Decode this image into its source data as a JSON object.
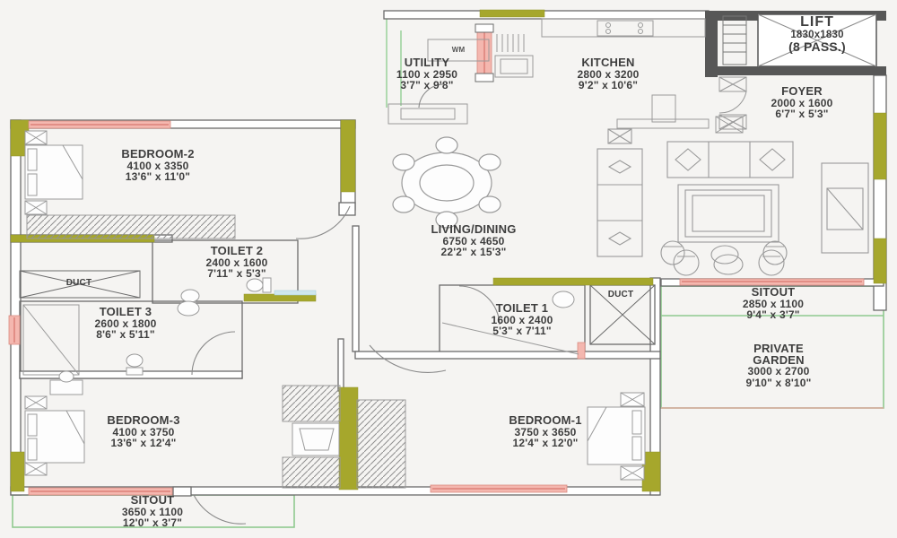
{
  "palette": {
    "accent_wall": "#a6a72c",
    "window": "#f4b7af",
    "window_line": "#d0655c",
    "garden_outline": "#8fca8f",
    "lift_wall": "#575757",
    "line": "#6b6b6b",
    "furniture_line": "#9a9a9a",
    "text": "#3e3e3e",
    "background": "#f5f4f2",
    "glass": "#cfe7ee"
  },
  "rooms": {
    "utility": {
      "name": "UTILITY",
      "metric": "1100 x 2950",
      "imperial": "3'7\" x 9'8\""
    },
    "kitchen": {
      "name": "KITCHEN",
      "metric": "2800 x 3200",
      "imperial": "9'2\" x 10'6\""
    },
    "lift": {
      "name": "LIFT",
      "metric": "1830x1830",
      "capacity": "(8 PASS.)"
    },
    "foyer": {
      "name": "FOYER",
      "metric": "2000 x 1600",
      "imperial": "6'7\" x 5'3\""
    },
    "living_dining": {
      "name": "LIVING/DINING",
      "metric": "6750 x 4650",
      "imperial": "22'2\" x 15'3\""
    },
    "bedroom2": {
      "name": "BEDROOM-2",
      "metric": "4100 x 3350",
      "imperial": "13'6\" x 11'0\""
    },
    "toilet2": {
      "name": "TOILET 2",
      "metric": "2400 x 1600",
      "imperial": "7'11\" x 5'3\""
    },
    "toilet3": {
      "name": "TOILET 3",
      "metric": "2600 x 1800",
      "imperial": "8'6\" x 5'11\""
    },
    "toilet1": {
      "name": "TOILET 1",
      "metric": "1600 x 2400",
      "imperial": "5'3\" x 7'11\""
    },
    "bedroom3": {
      "name": "BEDROOM-3",
      "metric": "4100 x 3750",
      "imperial": "13'6\" x 12'4\""
    },
    "bedroom1": {
      "name": "BEDROOM-1",
      "metric": "3750 x 3650",
      "imperial": "12'4\" x 12'0\""
    },
    "sitout_bottom": {
      "name": "SITOUT",
      "metric": "3650 x 1100",
      "imperial": "12'0\" x 3'7\""
    },
    "sitout_right": {
      "name": "SITOUT",
      "metric": "2850 x 1100",
      "imperial": "9'4\" x 3'7\""
    },
    "private_garden": {
      "line1": "PRIVATE",
      "line2": "GARDEN",
      "metric": "3000 x 2700",
      "imperial": "9'10\" x 8'10\""
    },
    "duct_left": {
      "name": "DUCT"
    },
    "duct_right": {
      "name": "DUCT"
    },
    "washing_machine": {
      "name": "WM"
    }
  }
}
